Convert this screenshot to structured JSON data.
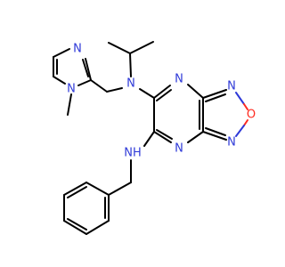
{
  "molecule": {
    "atoms": {
      "n_imidazole_ring": "N",
      "n_imidazole_methyl": "N",
      "n_tertiary_amine": "N",
      "n_pyrazine_top": "N",
      "n_oxadiazole_top": "N",
      "o_oxadiazole": "O",
      "n_oxadiazole_bottom": "N",
      "n_pyrazine_bottom": "N",
      "nh_label": "NH"
    }
  },
  "colors": {
    "bond": "#000000",
    "nitrogen": "#2f3ad8",
    "oxygen": "#ff2a1f",
    "background": "#ffffff"
  }
}
